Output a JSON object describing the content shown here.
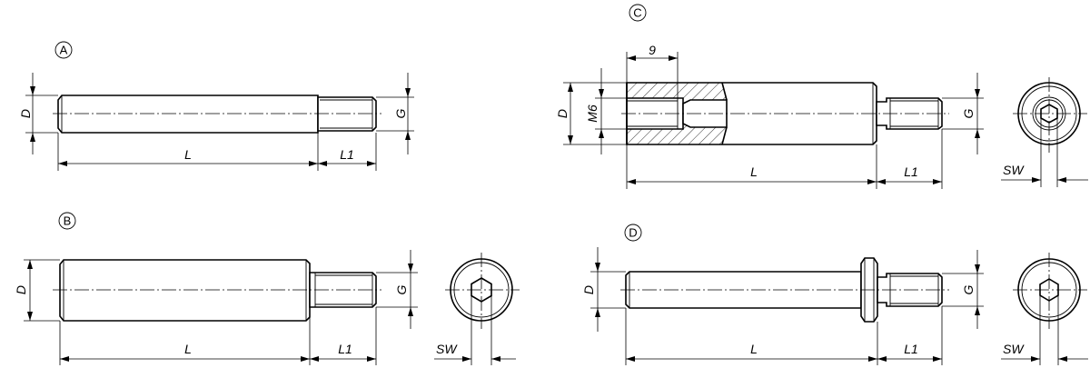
{
  "variants": {
    "A": {
      "marker": "A",
      "dims": {
        "D": "D",
        "G": "G",
        "L": "L",
        "L1": "L1"
      }
    },
    "B": {
      "marker": "B",
      "dims": {
        "D": "D",
        "G": "G",
        "L": "L",
        "L1": "L1",
        "SW": "SW"
      }
    },
    "C": {
      "marker": "C",
      "dims": {
        "D": "D",
        "M": "M6",
        "depth": "9",
        "G": "G",
        "L": "L",
        "L1": "L1",
        "SW": "SW"
      }
    },
    "D": {
      "marker": "D",
      "dims": {
        "D": "D",
        "G": "G",
        "L": "L",
        "L1": "L1",
        "SW": "SW"
      }
    }
  }
}
